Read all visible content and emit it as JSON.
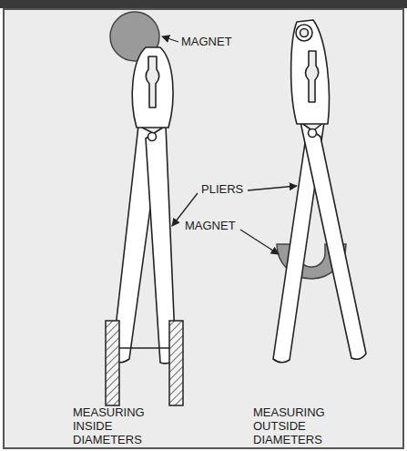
{
  "diagram": {
    "labels": [
      "MAGNET",
      "PLIERS",
      "MAGNET",
      "MEASURING INSIDE DIAMETERS",
      "MEASURING OUTSIDE DIAMETERS"
    ]
  }
}
